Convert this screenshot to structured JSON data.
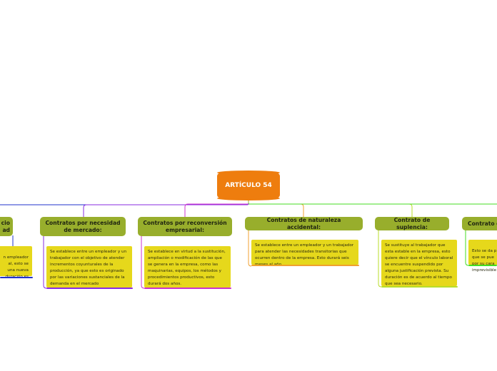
{
  "colors": {
    "root": "#ee7d0e",
    "topic": "#98ae2c",
    "note": "#e6d81b",
    "branch_blue": "#2233cc",
    "branch_purple": "#8a2be2",
    "branch_magenta": "#cc33cc",
    "branch_orange": "#f0a030",
    "branch_yellowgreen": "#b8dc2a",
    "branch_green": "#44dd22"
  },
  "root": {
    "label": "ARTÍCULO 54"
  },
  "topics": [
    {
      "label": "cio\nad"
    },
    {
      "label": "Contratos por necesidad de mercado:"
    },
    {
      "label": "Contratos por reconversión empresarial:"
    },
    {
      "label": "Contratos de naturaleza accidental:"
    },
    {
      "label": "Contrato de suplencia:"
    },
    {
      "label": "Contrato d"
    }
  ],
  "notes": [
    {
      "text": "n empleador\nal, esto se\nuna nueva\n duración es"
    },
    {
      "text": "Se establece entre un empleador y un trabajador con el objetivo de atender incrementos coyunturales de la producción, ya que esto es originado por las variaciones sustanciales de la demanda en el mercado"
    },
    {
      "text": "Se establece en virtud a la sustitución, ampliación o modificación de las que se genera en la empresa, como las maquinarias, equipos, los métodos y procedimientos productivos, esto durará dos años."
    },
    {
      "text": "Se establece entre un empleador y un trabajador para atender las necesidades transitorias que ocurren dentro de la empresa. Esto durará seis meses al año."
    },
    {
      "text": "Se sustituye al trabajador que esta estable en la empresa, esto quiere decir que el vínculo laboral se encuentre suspendido por alguna justificación prevista. Su duración es de acuerdo al tiempo que sea necesario."
    },
    {
      "text": "Esto se da p\nque se pue\npor su cara\nimprevisible"
    }
  ]
}
